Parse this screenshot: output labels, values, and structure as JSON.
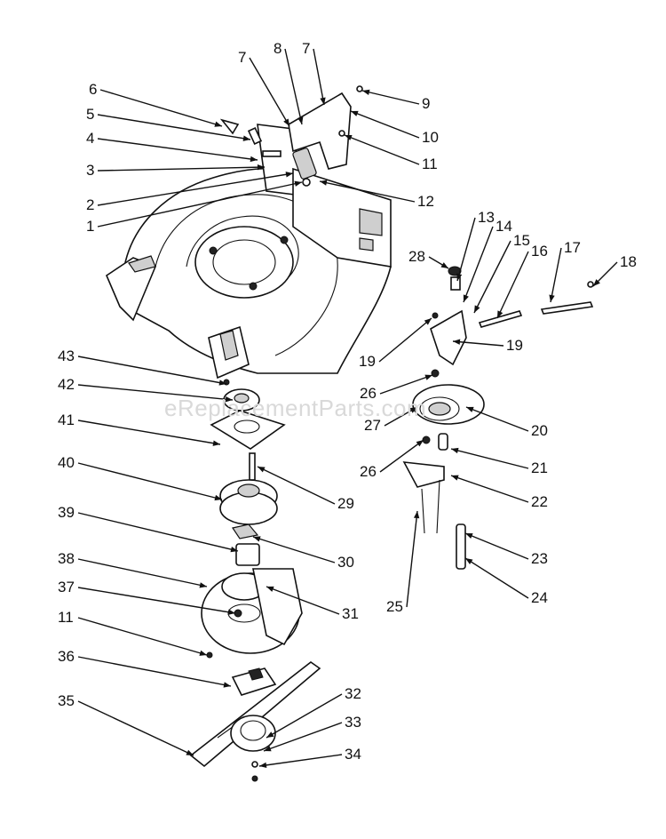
{
  "watermark": "eReplacementParts.com",
  "colors": {
    "ink": "#111111",
    "paper": "#ffffff",
    "watermark": "#d9d9d9"
  },
  "callouts": [
    {
      "id": "c6",
      "label": "6"
    },
    {
      "id": "c5",
      "label": "5"
    },
    {
      "id": "c4",
      "label": "4"
    },
    {
      "id": "c3",
      "label": "3"
    },
    {
      "id": "c2",
      "label": "2"
    },
    {
      "id": "c1",
      "label": "1"
    },
    {
      "id": "c7a",
      "label": "7"
    },
    {
      "id": "c8",
      "label": "8"
    },
    {
      "id": "c7b",
      "label": "7"
    },
    {
      "id": "c9",
      "label": "9"
    },
    {
      "id": "c10",
      "label": "10"
    },
    {
      "id": "c11a",
      "label": "11"
    },
    {
      "id": "c12",
      "label": "12"
    },
    {
      "id": "c13",
      "label": "13"
    },
    {
      "id": "c14",
      "label": "14"
    },
    {
      "id": "c15",
      "label": "15"
    },
    {
      "id": "c16",
      "label": "16"
    },
    {
      "id": "c17",
      "label": "17"
    },
    {
      "id": "c18",
      "label": "18"
    },
    {
      "id": "c28",
      "label": "28"
    },
    {
      "id": "c19a",
      "label": "19"
    },
    {
      "id": "c19b",
      "label": "19"
    },
    {
      "id": "c26a",
      "label": "26"
    },
    {
      "id": "c27",
      "label": "27"
    },
    {
      "id": "c20",
      "label": "20"
    },
    {
      "id": "c26b",
      "label": "26"
    },
    {
      "id": "c21",
      "label": "21"
    },
    {
      "id": "c22",
      "label": "22"
    },
    {
      "id": "c23",
      "label": "23"
    },
    {
      "id": "c24",
      "label": "24"
    },
    {
      "id": "c25",
      "label": "25"
    },
    {
      "id": "c43",
      "label": "43"
    },
    {
      "id": "c42",
      "label": "42"
    },
    {
      "id": "c41",
      "label": "41"
    },
    {
      "id": "c40",
      "label": "40"
    },
    {
      "id": "c29",
      "label": "29"
    },
    {
      "id": "c39",
      "label": "39"
    },
    {
      "id": "c30",
      "label": "30"
    },
    {
      "id": "c38",
      "label": "38"
    },
    {
      "id": "c37",
      "label": "37"
    },
    {
      "id": "c31",
      "label": "31"
    },
    {
      "id": "c11b",
      "label": "11"
    },
    {
      "id": "c36",
      "label": "36"
    },
    {
      "id": "c35",
      "label": "35"
    },
    {
      "id": "c32",
      "label": "32"
    },
    {
      "id": "c33",
      "label": "33"
    },
    {
      "id": "c34",
      "label": "34"
    }
  ]
}
